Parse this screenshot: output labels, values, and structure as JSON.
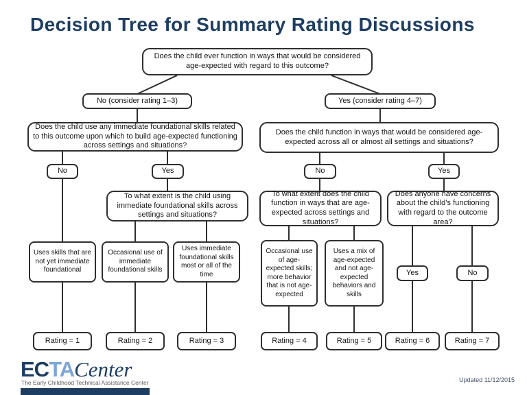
{
  "title": "Decision Tree for Summary Rating Discussions",
  "tree": {
    "root_question": "Does the child ever function in ways that would be considered age-expected with regard to this outcome?",
    "branch_no": "No (consider rating 1–3)",
    "branch_yes": "Yes (consider rating 4–7)",
    "question_foundational": "Does the child use any immediate foundational skills related to this outcome upon which to build age-expected functioning across settings and situations?",
    "question_age_expected": "Does the child function in ways that would be considered age-expected across all or almost all settings and situations?",
    "answer_no": "No",
    "answer_yes": "Yes",
    "question_extent_foundational": "To what extent is the child using immediate foundational skills across settings and situations?",
    "question_extent_age_expected": "To what extent does the child function in ways that are age-expected across settings and situations?",
    "question_concerns": "Does anyone have concerns about the child’s functioning with regard to the outcome area?",
    "leaf_not_yet_foundational": "Uses skills that are not yet immediate foundational",
    "leaf_occasional_foundational": "Occasional use of immediate foundational skills",
    "leaf_foundational_most": "Uses immediate foundational skills most or all of the time",
    "leaf_occasional_age_expected": "Occasional use of age-expected skills; more behavior that is not age-expected",
    "leaf_mix": "Uses a mix of age-expected and not age-expected behaviors and skills",
    "ratings": [
      "Rating = 1",
      "Rating = 2",
      "Rating = 3",
      "Rating = 4",
      "Rating = 5",
      "Rating = 6",
      "Rating = 7"
    ]
  },
  "footer": {
    "logo_ec": "EC",
    "logo_ta": "TA",
    "logo_center": "Center",
    "tagline": "The Early Childhood Technical Assistance Center",
    "updated": "Updated 11/12/2015"
  },
  "colors": {
    "title_navy": "#1d3d63",
    "logo_light_blue": "#7ca6d7",
    "box_border": "#2f2f2f"
  }
}
